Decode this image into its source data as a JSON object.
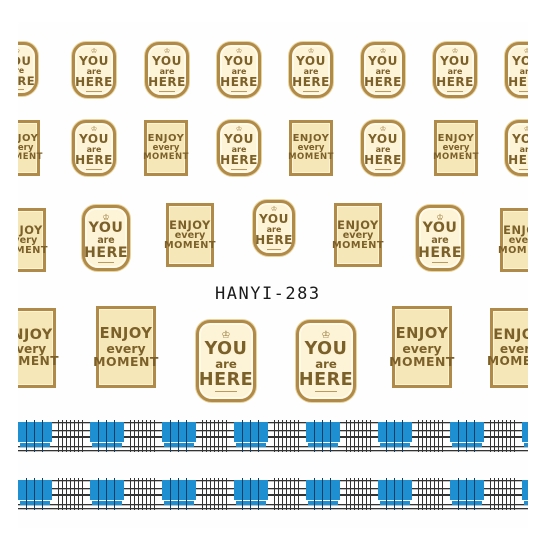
{
  "product_code": "HANYI-283",
  "badge_text": {
    "line1": "YOU",
    "line2": "are",
    "line3": "HERE"
  },
  "rect_text": {
    "line1": "ENJOY",
    "line2": "every",
    "line3": "MOMENT"
  },
  "crown_glyph": "♔",
  "colors": {
    "gold_border": "#b08a48",
    "cream": "#fdf3d6",
    "tan": "#f6e7b9",
    "text": "#7c6029",
    "plaid_blue": "#1e8fd0",
    "plaid_line": "#333333"
  }
}
